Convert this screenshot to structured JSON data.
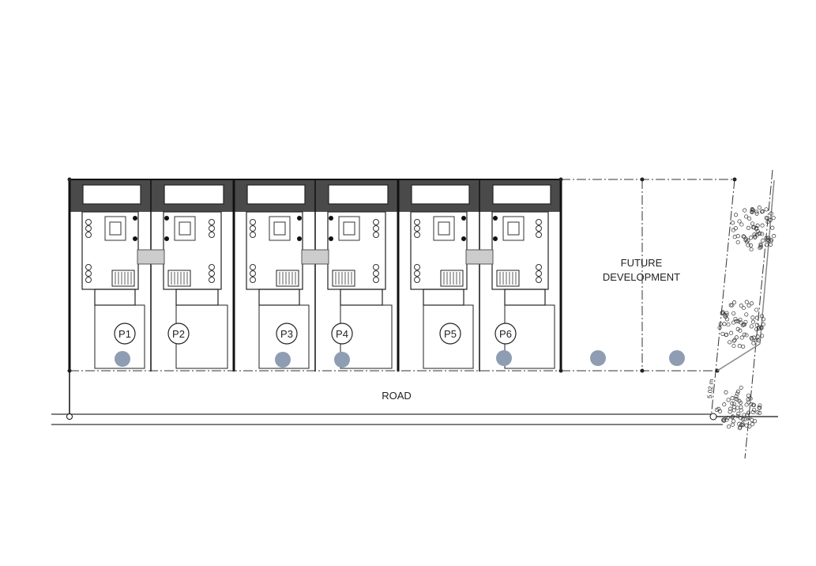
{
  "plots": [
    {
      "label": "P1"
    },
    {
      "label": "P2"
    },
    {
      "label": "P3"
    },
    {
      "label": "P4"
    },
    {
      "label": "P5"
    },
    {
      "label": "P6"
    }
  ],
  "future_development": {
    "line1": "FUTURE",
    "line2": "DEVELOPMENT"
  },
  "road_label": "ROAD",
  "dimension_label": "5.02 m",
  "colors": {
    "line": "#1c1c1c",
    "band": "#4a4a4a",
    "marker": "#8f9db3"
  }
}
